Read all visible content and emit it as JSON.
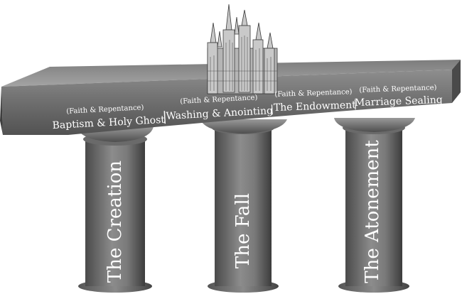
{
  "pillars": [
    {
      "label": "The Creation"
    },
    {
      "label": "The Fall"
    },
    {
      "label": "The Atonement"
    }
  ],
  "beam": {
    "ordinances": [
      {
        "note": "(Faith & Repentance)",
        "label": "Baptism & Holy Ghost"
      },
      {
        "note": "(Faith & Repentance)",
        "label": "Washing & Anointing"
      },
      {
        "note": "(Faith & Repentance)",
        "label": "The Endowment"
      },
      {
        "note": "(Faith & Repentance)",
        "label": "Marriage Sealing"
      }
    ],
    "separator": "|"
  },
  "colors": {
    "stone_dark": "#5a5a5a",
    "stone_mid": "#8a8a8a",
    "stone_light": "#b8b8b8",
    "text": "#ffffff"
  },
  "icons": {
    "temple": "temple-icon"
  }
}
